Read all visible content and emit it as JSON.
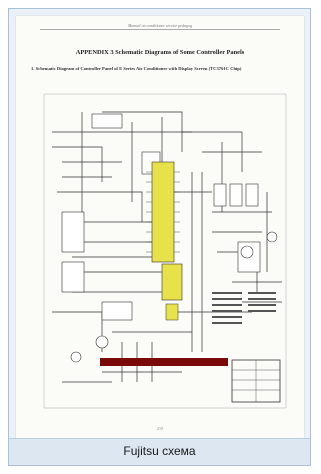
{
  "document": {
    "running_head": "Manual on conditioner service pedagog",
    "appendix_title": "APPENDIX 3 Schematic Diagrams of Some Controller Panels",
    "subtitle": "1. Schematic Diagram of Controller Panel of E Series Air Conditioner with Display Screen (TC3761C Chip)",
    "page_number": "219"
  },
  "caption": "Fujitsu схема",
  "colors": {
    "frame_border": "#a9c0d6",
    "caption_bg": "#dde7f2",
    "schematic_line": "#333333",
    "highlight_bar": "#7a0a0a",
    "chip": "#e8e24a"
  }
}
